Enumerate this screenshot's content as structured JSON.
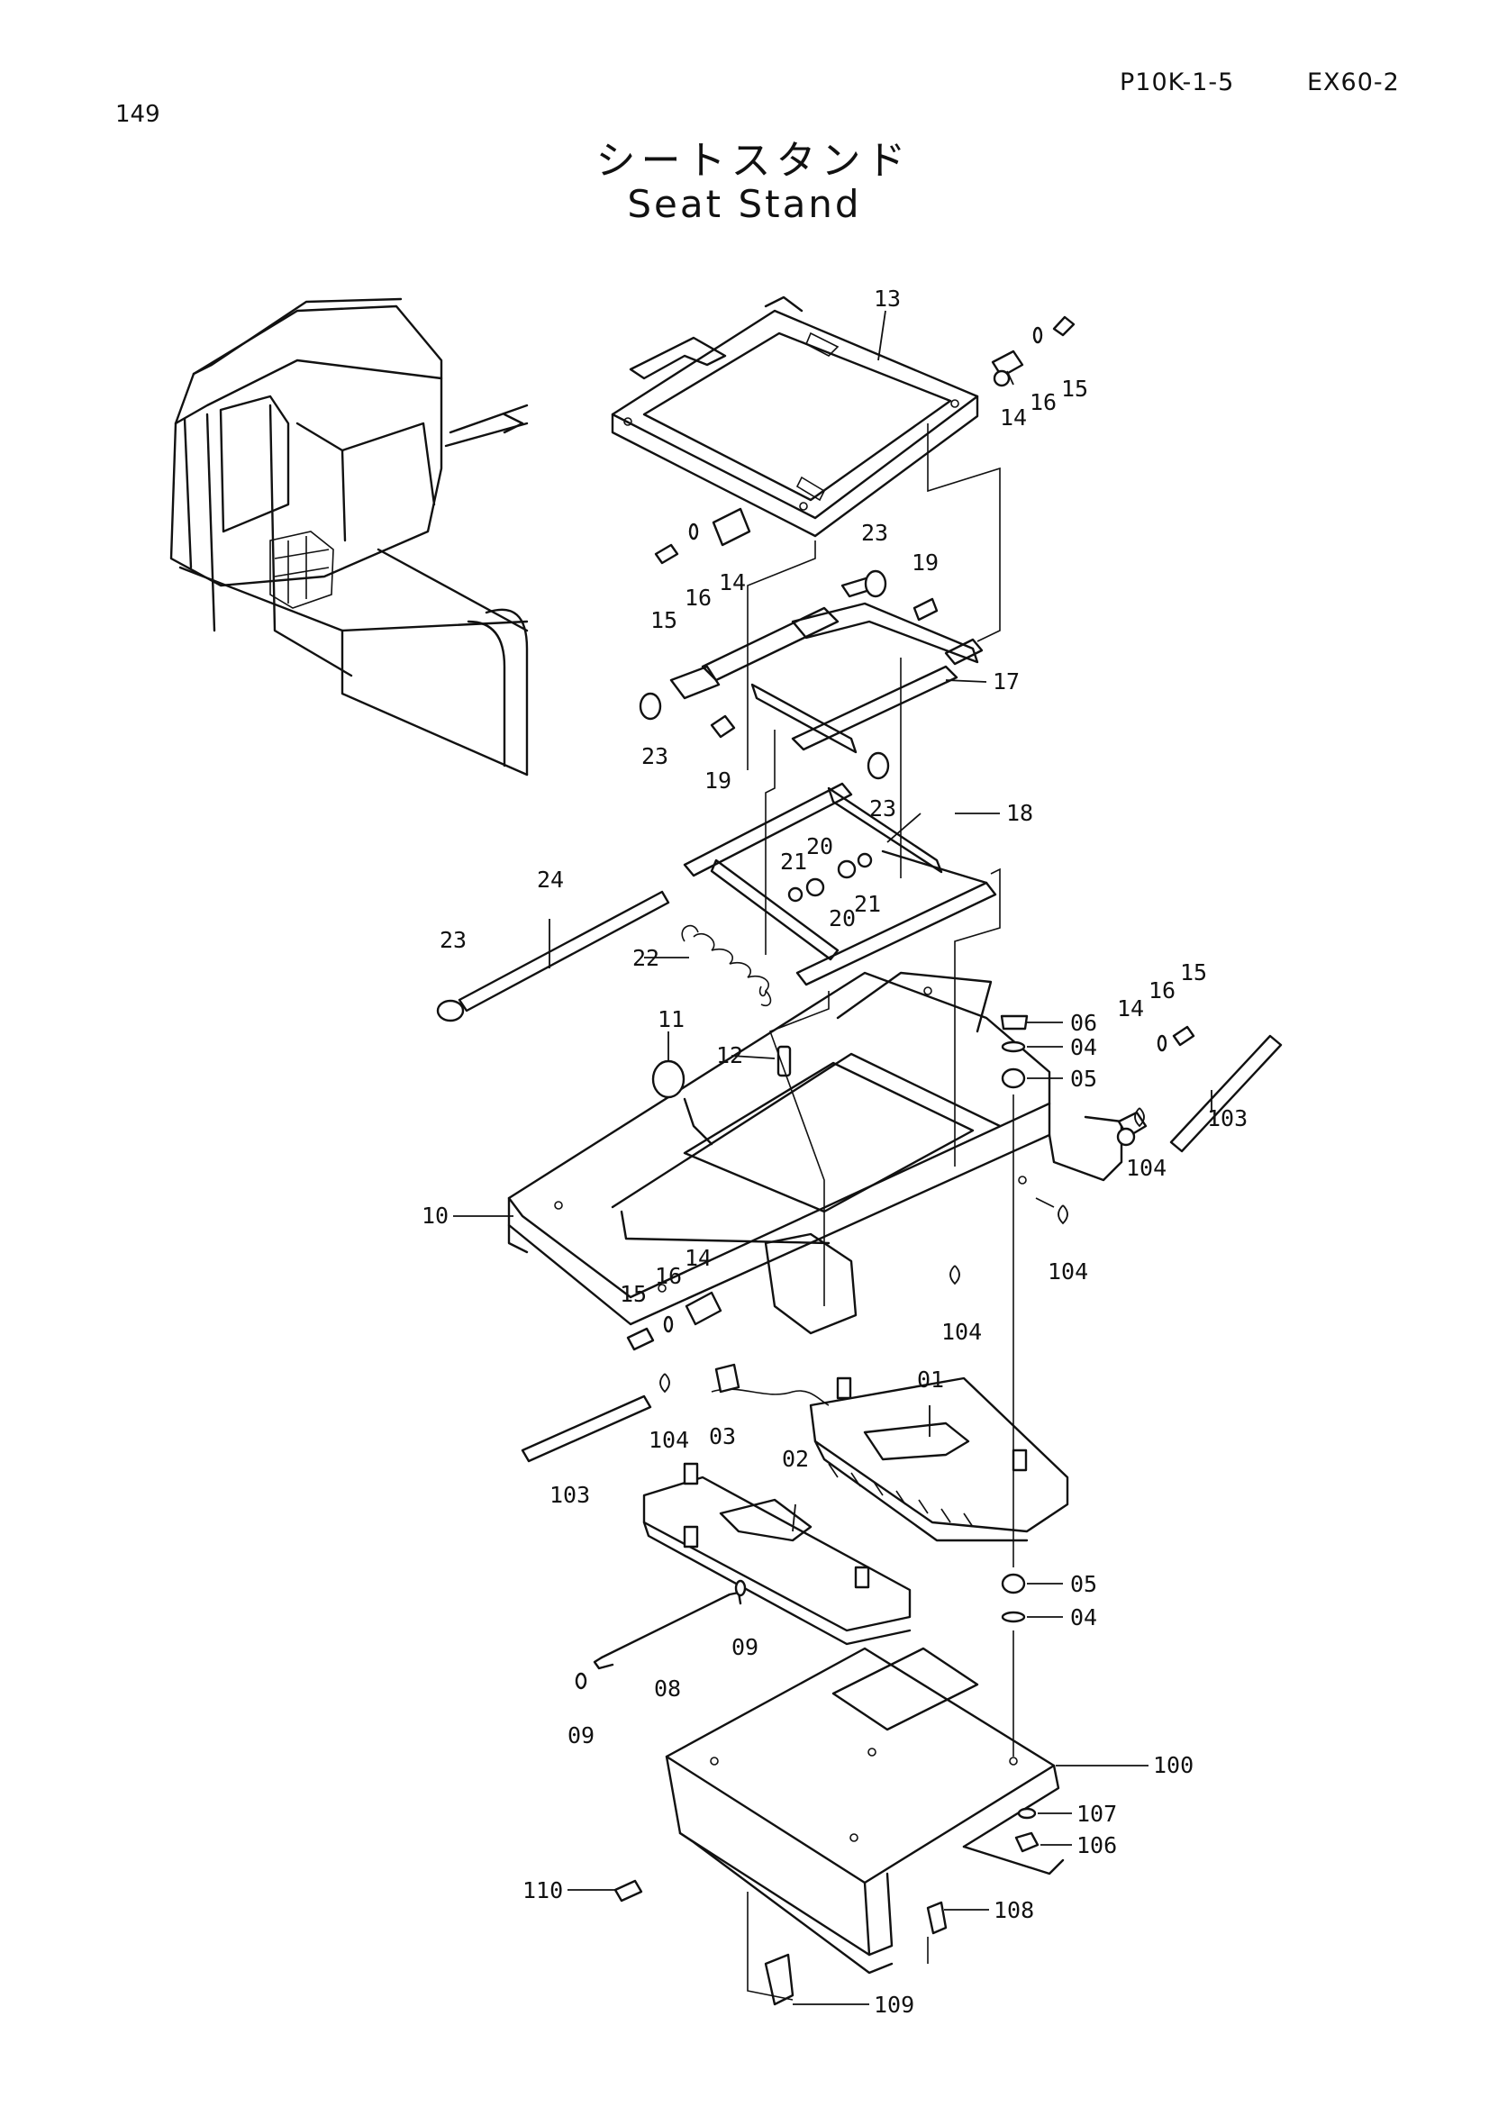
{
  "header": {
    "page_number": "149",
    "figure_code": "P10K-1-5",
    "model_code": "EX60-2",
    "title_jp": "シートスタンド",
    "title_en": "Seat Stand"
  },
  "callouts": [
    {
      "id": "c13a",
      "text": "13"
    },
    {
      "id": "c14a",
      "text": "14"
    },
    {
      "id": "c16a",
      "text": "16"
    },
    {
      "id": "c15a",
      "text": "15"
    },
    {
      "id": "c15b",
      "text": "15"
    },
    {
      "id": "c16b",
      "text": "16"
    },
    {
      "id": "c14b",
      "text": "14"
    },
    {
      "id": "c23a",
      "text": "23"
    },
    {
      "id": "c19a",
      "text": "19"
    },
    {
      "id": "c17",
      "text": "17"
    },
    {
      "id": "c23b",
      "text": "23"
    },
    {
      "id": "c19b",
      "text": "19"
    },
    {
      "id": "c23c",
      "text": "23"
    },
    {
      "id": "c18",
      "text": "18"
    },
    {
      "id": "c21a",
      "text": "21"
    },
    {
      "id": "c20a",
      "text": "20"
    },
    {
      "id": "c20b",
      "text": "20"
    },
    {
      "id": "c21b",
      "text": "21"
    },
    {
      "id": "c24",
      "text": "24"
    },
    {
      "id": "c23d",
      "text": "23"
    },
    {
      "id": "c22",
      "text": "22"
    },
    {
      "id": "c11",
      "text": "11"
    },
    {
      "id": "c12",
      "text": "12"
    },
    {
      "id": "c06",
      "text": "06"
    },
    {
      "id": "c04a",
      "text": "04"
    },
    {
      "id": "c05a",
      "text": "05"
    },
    {
      "id": "c14c",
      "text": "14"
    },
    {
      "id": "c16c",
      "text": "16"
    },
    {
      "id": "c15c",
      "text": "15"
    },
    {
      "id": "c103a",
      "text": "103"
    },
    {
      "id": "c104a",
      "text": "104"
    },
    {
      "id": "c10",
      "text": "10"
    },
    {
      "id": "c104b",
      "text": "104"
    },
    {
      "id": "c14d",
      "text": "14"
    },
    {
      "id": "c16d",
      "text": "16"
    },
    {
      "id": "c15d",
      "text": "15"
    },
    {
      "id": "c104c",
      "text": "104"
    },
    {
      "id": "c104d",
      "text": "104"
    },
    {
      "id": "c03",
      "text": "03"
    },
    {
      "id": "c01",
      "text": "01"
    },
    {
      "id": "c103b",
      "text": "103"
    },
    {
      "id": "c02",
      "text": "02"
    },
    {
      "id": "c05b",
      "text": "05"
    },
    {
      "id": "c04b",
      "text": "04"
    },
    {
      "id": "c09a",
      "text": "09"
    },
    {
      "id": "c08",
      "text": "08"
    },
    {
      "id": "c09b",
      "text": "09"
    },
    {
      "id": "c100",
      "text": "100"
    },
    {
      "id": "c107",
      "text": "107"
    },
    {
      "id": "c106",
      "text": "106"
    },
    {
      "id": "c110",
      "text": "110"
    },
    {
      "id": "c108",
      "text": "108"
    },
    {
      "id": "c109",
      "text": "109"
    }
  ]
}
